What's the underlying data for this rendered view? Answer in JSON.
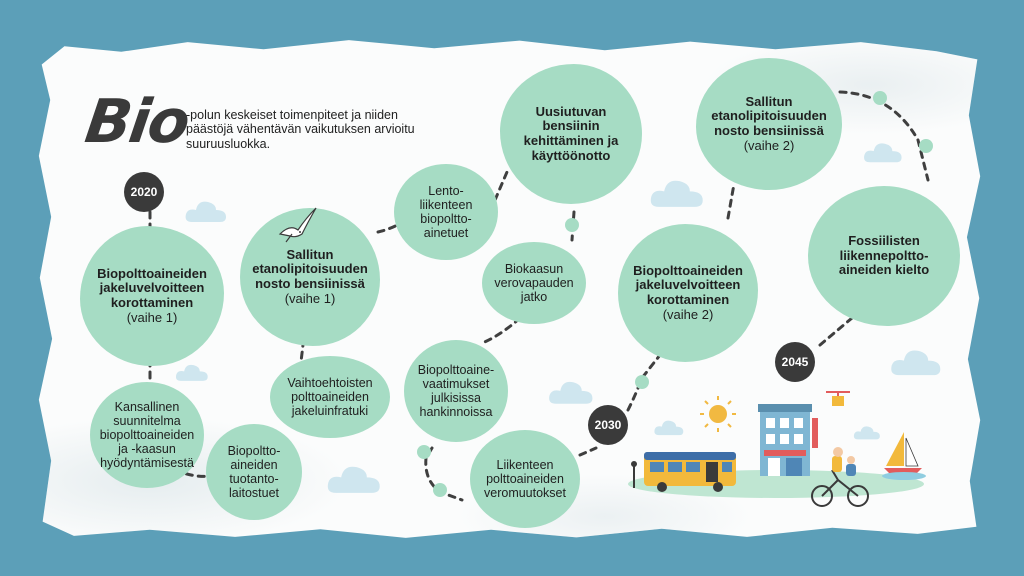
{
  "header": {
    "logo_text": "Bio",
    "intro_text": "-polun keskeiset toimenpiteet ja niiden päästöjä vähentävän vaikutuksen arvioitu suuruusluokka."
  },
  "years": {
    "y2020": "2020",
    "y2030": "2030",
    "y2045": "2045"
  },
  "measures": {
    "m1_title": "Biopolttoaineiden jakeluvelvoitteen korottaminen",
    "m1_sub": "(vaihe 1)",
    "m2_title": "Sallitun etanolipitoisuuden nosto bensiinissä",
    "m2_sub": "(vaihe 1)",
    "m3_title": "Uusiutuvan bensiinin kehittäminen ja käyttöönotto",
    "m4_title": "Biopolttoaineiden jakeluvelvoitteen korottaminen",
    "m4_sub": "(vaihe 2)",
    "m5_title": "Sallitun etanolipitoisuuden nosto bensiinissä",
    "m5_sub": "(vaihe 2)",
    "m6_title": "Fossiilisten liikennepoltto-aineiden kielto",
    "s1": "Kansallinen suunnitelma biopolttoaineiden ja -kaasun hyödyntämisestä",
    "s2": "Biopoltto-aineiden tuotanto-laitostuet",
    "s3": "Vaihtoehtoisten polttoaineiden jakeluinfratuki",
    "s4": "Lento-liikenteen biopoltto-ainetuet",
    "s5": "Biokaasun verovapauden jatko",
    "s6": "Biopolttoaine-vaatimukset julkisissa hankinnoissa",
    "s7": "Liikenteen polttoaineiden veromuutokset"
  },
  "colors": {
    "bubble": "#a6dcc4",
    "year_badge": "#3a3a3a",
    "background": "#5c9fb8",
    "cloud": "#cfe6ef"
  }
}
